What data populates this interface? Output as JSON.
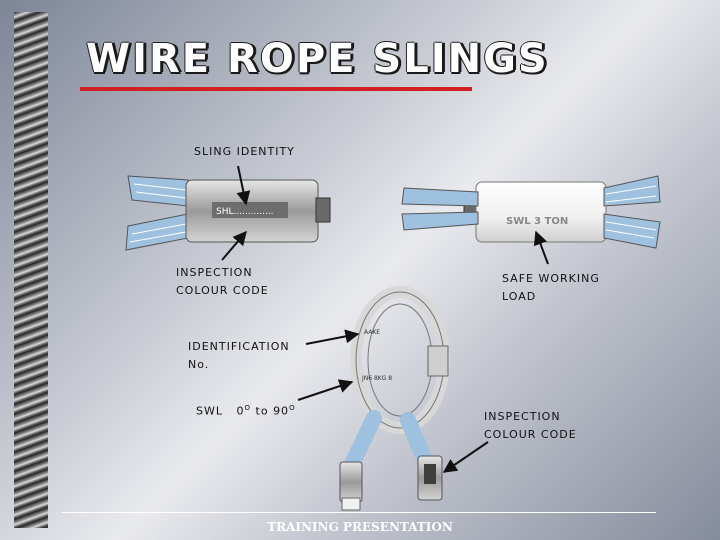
{
  "slide": {
    "title": "WIRE ROPE SLINGS",
    "footer": "TRAINING PRESENTATION"
  },
  "ferrule_left": {
    "marking": "SHL.............."
  },
  "ferrule_right": {
    "marking": "SWL 3 TON"
  },
  "link": {
    "engraving_top": "AAKE",
    "engraving_bottom": "JN6 8KG 8"
  },
  "labels": {
    "sling_identity": "SLING IDENTITY",
    "inspection_code_1_line1": "INSPECTION",
    "inspection_code_1_line2": "COLOUR CODE",
    "safe_working_line1": "SAFE WORKING",
    "safe_working_line2": "LOAD",
    "identification_line1": "IDENTIFICATION",
    "identification_line2": "No.",
    "swl_prefix": "SWL",
    "swl_from": "0",
    "swl_to_word": "to",
    "swl_to": "90",
    "swl_degree": "O",
    "inspection_code_2_line1": "INSPECTION",
    "inspection_code_2_line2": "COLOUR CODE"
  },
  "colors": {
    "title_rule": "#d12020",
    "rope_blue": "#9dc1de",
    "ferrule_grey": "#c8c8c8",
    "ferrule_white": "#f4f4f4",
    "footer_text": "#ffffff"
  },
  "icons": [
    "wire-rope-strip",
    "arrow-icon"
  ]
}
